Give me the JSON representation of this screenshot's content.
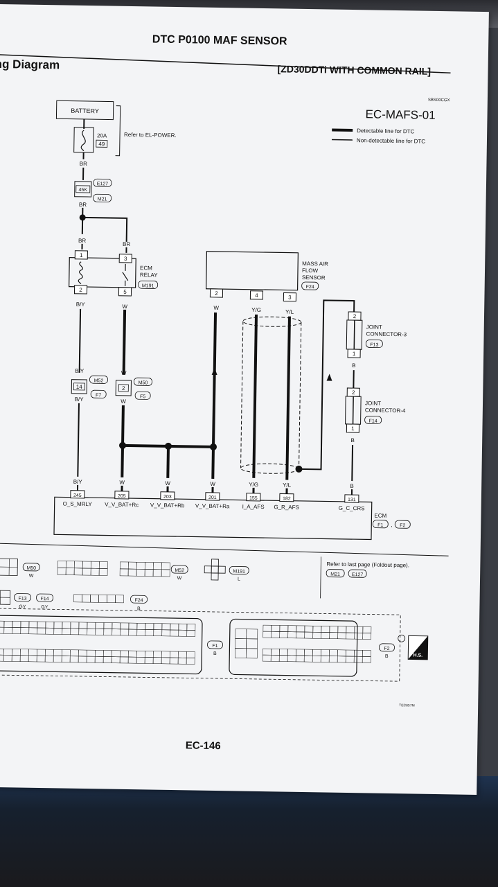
{
  "header": {
    "title": "DTC P0100 MAF SENSOR",
    "section": "ng Diagram",
    "engine": "[ZD30DDTi WITH COMMON RAIL]",
    "ref_code": "SBS00CGX",
    "diagram_id": "EC-MAFS-01"
  },
  "legend": {
    "detectable": "Detectable line for DTC",
    "non_detectable": "Non-detectable line for DTC"
  },
  "power": {
    "battery": "BATTERY",
    "fuse_rating": "20A",
    "fuse_no": "49",
    "refer": "Refer to EL-POWER."
  },
  "wire_colors": {
    "br": "BR",
    "by": "B/Y",
    "w": "W",
    "yg": "Y/G",
    "yl": "Y/L",
    "b": "B"
  },
  "connectors": {
    "e127": "E127",
    "m21": "M21",
    "m191": "M191",
    "m52": "M52",
    "f7": "F7",
    "m50": "M50",
    "f5": "F5",
    "f24": "F24",
    "f13": "F13",
    "f14": "F14",
    "f1": "F1",
    "f2": "F2",
    "j45k": "45K"
  },
  "pins": {
    "relay_1": "1",
    "relay_2": "2",
    "relay_3": "3",
    "relay_5": "5",
    "m52_14": "14",
    "m50_2": "2",
    "maf_2": "2",
    "maf_4": "4",
    "maf_3": "3",
    "jc_1": "1",
    "jc_2": "2",
    "jc4_1": "1",
    "jc4_2": "2"
  },
  "components": {
    "ecm_relay": [
      "ECM",
      "RELAY"
    ],
    "maf_sensor": [
      "MASS AIR",
      "FLOW",
      "SENSOR"
    ],
    "joint3": [
      "JOINT",
      "CONNECTOR-3"
    ],
    "joint4": [
      "JOINT",
      "CONNECTOR-4"
    ],
    "ecm": "ECM"
  },
  "ecm_terminals": [
    {
      "pin": "245",
      "signal": "O_S_MRLY"
    },
    {
      "pin": "205",
      "signal": "V_V_BAT+Rc"
    },
    {
      "pin": "203",
      "signal": "V_V_BAT+Rb"
    },
    {
      "pin": "201",
      "signal": "V_V_BAT+Ra"
    },
    {
      "pin": "155",
      "signal": "I_A_AFS"
    },
    {
      "pin": "182",
      "signal": "G_R_AFS"
    },
    {
      "pin": "131",
      "signal": "G_C_CRS"
    }
  ],
  "footer": {
    "m50_color": "W",
    "m52_color": "W",
    "m191_color": "L",
    "f13_color": "GY",
    "f14_color": "GY",
    "f24_color": "B",
    "f1_color": "B",
    "f2_color": "B",
    "refer_last": "Refer to last page (Foldout page).",
    "hs": "H.S.",
    "tec_code": "TEC657M",
    "page_no": "EC-146"
  }
}
